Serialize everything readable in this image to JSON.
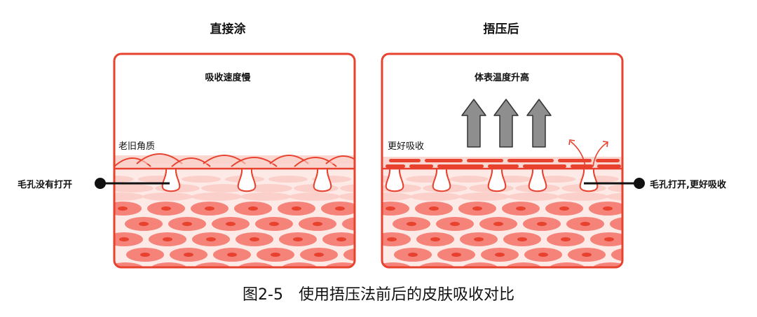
{
  "left_panel": {
    "heading": "直接涂",
    "top_label": "吸收速度慢",
    "layer_label": "老旧角质",
    "pointer_label": "毛孔没有打开"
  },
  "right_panel": {
    "heading": "捂压后",
    "top_label": "体表温度升高",
    "layer_label": "更好吸收",
    "pointer_label": "毛孔打开,更好吸收"
  },
  "caption": "图2-5　使用捂压法前后的皮肤吸收对比",
  "colors": {
    "frame": "#e8412e",
    "skin_light": "#fbe0dc",
    "cell": "#f5837a",
    "cell_light": "#fbd0ca",
    "nucleus": "#e8412e",
    "arrow": "#8e8e8e"
  }
}
